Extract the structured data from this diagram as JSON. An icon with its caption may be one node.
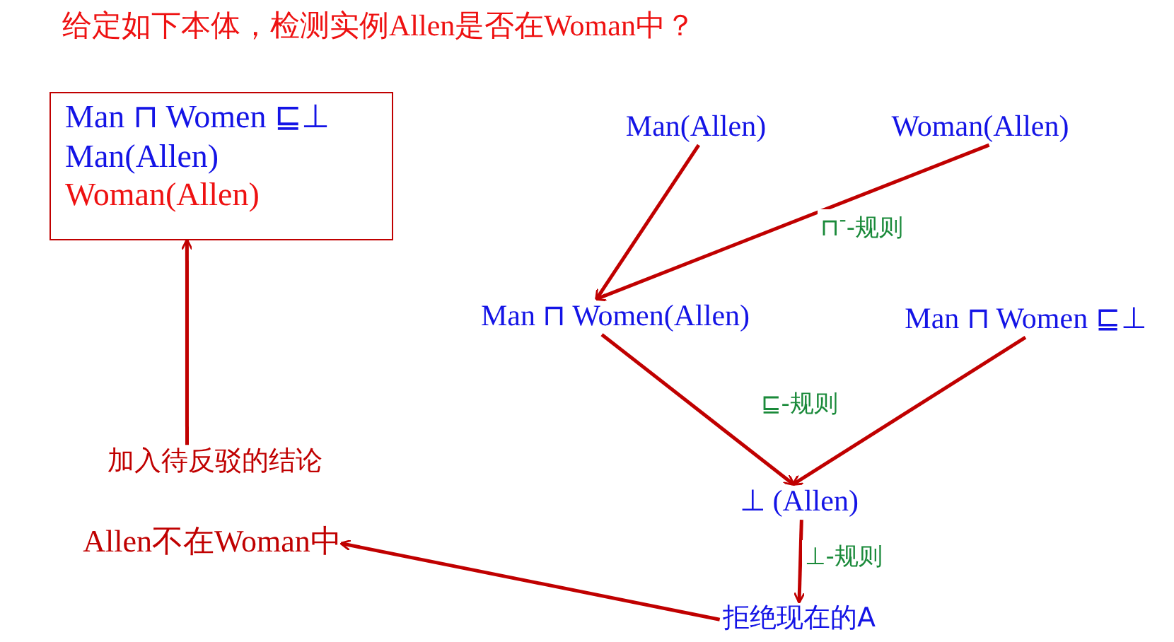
{
  "diagram": {
    "title": "给定如下本体，检测实例Allen是否在Woman中？",
    "nodes": [
      {
        "text": [
          "Man ⊓ Women ⊑⊥",
          "Man(Allen)",
          "Woman(Allen)"
        ]
      },
      {
        "text": [
          "加入待反驳的结论"
        ]
      },
      {
        "text": [
          "Allen不在Woman中"
        ]
      },
      {
        "text": [
          "Man(Allen)"
        ]
      },
      {
        "text": [
          "Woman(Allen)"
        ]
      },
      {
        "text": [
          "Man ⊓ Women(Allen)"
        ]
      },
      {
        "text": [
          "Man ⊓ Women ⊑⊥"
        ]
      },
      {
        "text": [
          "⊥ (Allen)"
        ]
      },
      {
        "text": [
          "拒绝现在的A"
        ]
      }
    ],
    "edges": [
      {
        "from": 1,
        "to": 0,
        "arrow": "to"
      },
      {
        "from": 3,
        "to": 5,
        "arrow": "to"
      },
      {
        "from": 4,
        "to": 5,
        "arrow": "to",
        "label": "⊓$^{-}$-规则"
      },
      {
        "from": 5,
        "to": 7,
        "arrow": "to"
      },
      {
        "from": 6,
        "to": 7,
        "arrow": "to",
        "label": "⊑-规则"
      },
      {
        "from": 7,
        "to": 8,
        "arrow": "to",
        "label": "⊥-规则"
      },
      {
        "from": 8,
        "to": 2,
        "arrow": "to"
      }
    ]
  }
}
